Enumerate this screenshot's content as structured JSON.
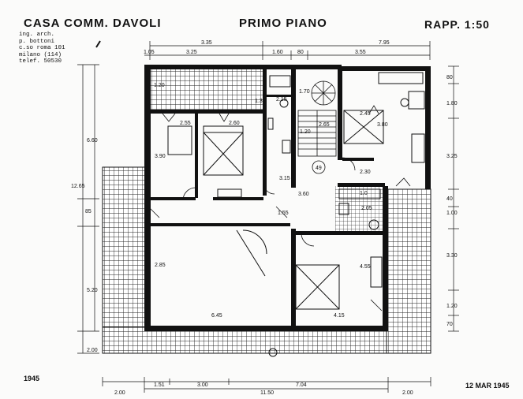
{
  "header": {
    "title": "CASA COMM. DAVOLI",
    "floor": "PRIMO PIANO",
    "scale": "RAPP. 1:50"
  },
  "architect_block": [
    "ing. arch.",
    "p. bottoni",
    "c.so roma 101",
    "milano (114)",
    "telef. 50530"
  ],
  "year": "1945",
  "date_stamp": "12 MAR 1945",
  "dimensions": {
    "top_row1": [
      "3.35",
      "7.95"
    ],
    "top_row2": [
      "1.05",
      "3.25",
      "1.60",
      "80",
      "3.55"
    ],
    "left": [
      "6.60",
      "12.65",
      "85",
      "5.20",
      "2.00"
    ],
    "right": [
      "80",
      "1.80",
      "3.25",
      "40",
      "1.00",
      "3.30",
      "1.20",
      "70"
    ],
    "bottom_row1": [
      "1.51",
      "3.00",
      "7.04"
    ],
    "bottom_row2": [
      "2.00",
      "11.50",
      "2.00"
    ]
  },
  "room_labels": [
    "1.20",
    "1.3",
    "2.55",
    "2.60",
    "3.90",
    "2.85",
    "6.45",
    "1.70",
    "2.15",
    "1.20",
    "2.65",
    "2.45",
    "3.80",
    "2.30",
    "1.0",
    "2.05",
    "3.60",
    "1.55",
    "3.15",
    "4.55",
    "4.15",
    "49"
  ]
}
